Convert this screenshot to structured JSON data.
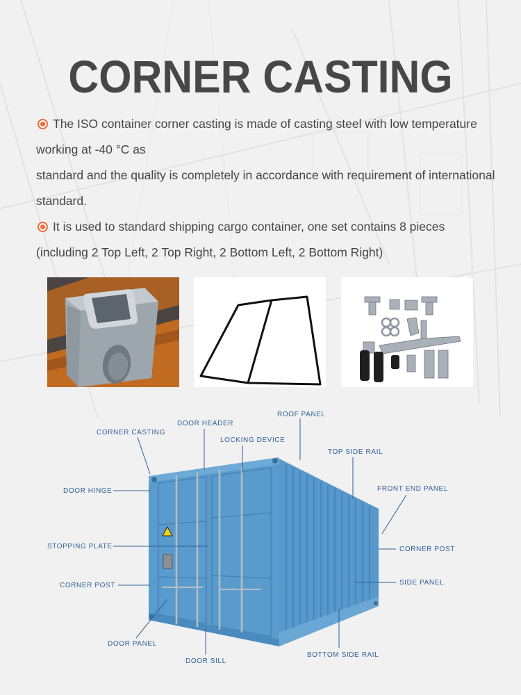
{
  "page": {
    "title": "CORNER CASTING",
    "accent_color": "#f06a3c",
    "label_color": "#2d5e98",
    "container_color": "#4f95c8"
  },
  "description": {
    "bullets": [
      {
        "icon": "radio-bullet-icon",
        "lines": [
          "The ISO container corner casting is made of casting steel with low temperature",
          "working at -40 °C as",
          "standard and the quality is completely in accordance with requirement of international",
          "standard."
        ]
      },
      {
        "icon": "radio-bullet-icon",
        "lines": [
          "It is used to standard shipping cargo container, one set contains 8 pieces",
          "(including 2 Top Left, 2 Top Right, 2 Bottom Left, 2 Bottom Right)"
        ]
      }
    ]
  },
  "product_photos": [
    {
      "name": "corner-casting-photo"
    },
    {
      "name": "door-gasket-photo"
    },
    {
      "name": "door-locking-parts-photo"
    }
  ],
  "diagram": {
    "labels": {
      "corner_casting": "CORNER CASTING",
      "door_header": "DOOR HEADER",
      "roof_panel": "ROOF PANEL",
      "locking_device": "LOCKING DEVICE",
      "top_side_rail": "TOP SIDE RAIL",
      "door_hinge": "DOOR HINGE",
      "front_end_panel": "FRONT END PANEL",
      "stopping_plate": "STOPPING PLATE",
      "corner_post_right": "CORNER POST",
      "side_panel": "SIDE PANEL",
      "corner_post_left": "CORNER POST",
      "door_panel": "DOOR PANEL",
      "bottom_side_rail": "BOTTOM SIDE RAIL",
      "door_sill": "DOOR SILL"
    }
  }
}
